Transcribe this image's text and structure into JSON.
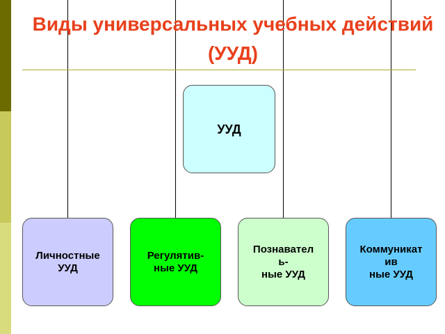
{
  "title": "Виды универсальных учебных действий (УУД)",
  "root": {
    "label": "УУД",
    "color": "#ccffff"
  },
  "children": [
    {
      "label": "Личностные\nУУД",
      "color": "#ccccff"
    },
    {
      "label": "Регулятив-\nные УУД",
      "color": "#00ff00"
    },
    {
      "label": "Познавател\nь-\nные УУД",
      "color": "#ccffcc"
    },
    {
      "label": "Коммуникат\nив\nные УУД",
      "color": "#66ccff"
    }
  ]
}
